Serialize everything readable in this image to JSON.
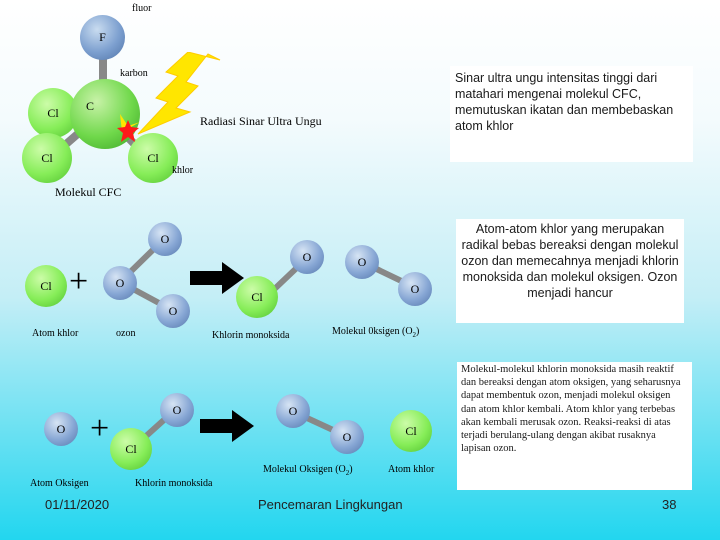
{
  "cfc": {
    "label_fluor": "fluor",
    "label_karbon": "karbon",
    "label_radiasi": "Radiasi Sinar Ultra Ungu",
    "label_khlor": "khlor",
    "label_molekul": "Molekul CFC",
    "atom_f": "F",
    "atom_c": "C",
    "atom_cl1": "Cl",
    "atom_cl2": "Cl",
    "atom_cl3": "Cl",
    "desc": "Sinar ultra ungu intensitas tinggi dari matahari mengenai molekul CFC, memutuskan ikatan dan membebaskan atom khlor"
  },
  "reaction1": {
    "atom_cl": "Cl",
    "plus": "+",
    "ozon_o1": "O",
    "ozon_o2": "O",
    "ozon_o3": "O",
    "clo_o": "O",
    "clo_cl": "Cl",
    "o2_o1": "O",
    "o2_o2": "O",
    "label_atom_khlor": "Atom khlor",
    "label_ozon": "ozon",
    "label_khlorin": "Khlorin monoksida",
    "label_oksigen": "Molekul 0ksigen (O",
    "label_oksigen_sub": "2",
    "label_oksigen_end": ")",
    "desc": "Atom-atom khlor yang merupakan radikal bebas bereaksi dengan molekul ozon dan memecahnya menjadi khlorin monoksida dan molekul oksigen. Ozon menjadi hancur"
  },
  "reaction2": {
    "atom_o": "O",
    "plus": "+",
    "clo_o": "O",
    "clo_cl": "Cl",
    "o2_o1": "O",
    "o2_o2": "O",
    "prod_cl": "Cl",
    "label_atom_oksigen": "Atom Oksigen",
    "label_khlorin": "Khlorin monoksida",
    "label_oksigen": "Molekul Oksigen (O",
    "label_oksigen_sub": "2",
    "label_oksigen_end": ")",
    "label_atom_khlor": "Atom khlor",
    "desc": "Molekul-molekul khlorin monoksida masih reaktif dan bereaksi dengan atom oksigen, yang seharusnya dapat membentuk ozon, menjadi molekul oksigen dan atom khlor kembali. Atom khlor yang terbebas akan kembali merusak ozon. Reaksi-reaksi di atas terjadi berulang-ulang dengan akibat rusaknya lapisan ozon."
  },
  "footer": {
    "date": "01/11/2020",
    "title": "Pencemaran Lingkungan",
    "page": "38"
  },
  "colors": {
    "arrow": "#000000",
    "lightning": "#ffe600",
    "break_mark": "#ff1a1a"
  }
}
